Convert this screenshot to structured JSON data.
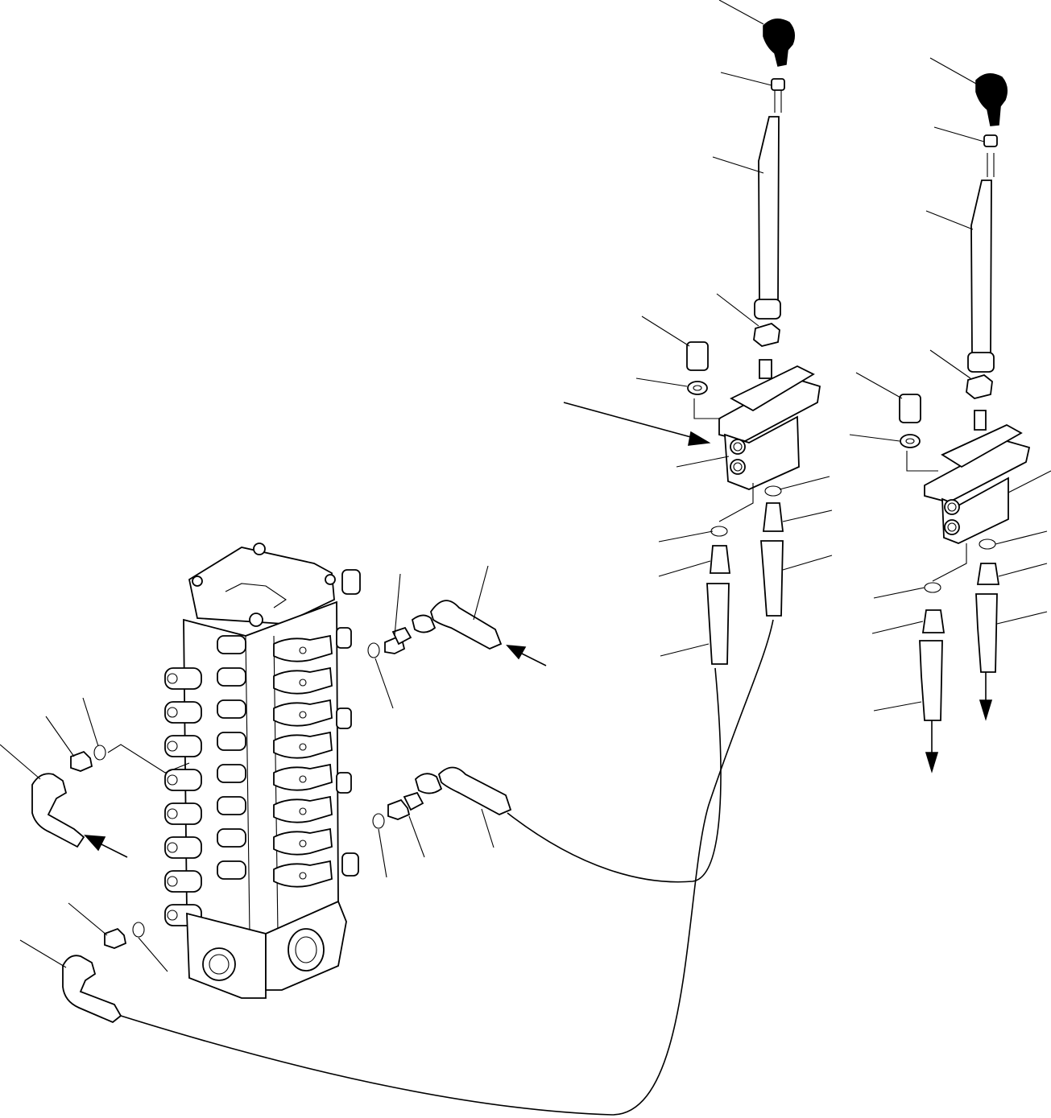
{
  "diagram": {
    "type": "exploded-parts-illustration",
    "colors": {
      "line": "#000000",
      "background": "#ffffff"
    },
    "assemblies": [
      "main-control-valve",
      "pilot-valve-lever-assembly-left",
      "pilot-valve-lever-assembly-right"
    ],
    "flow_arrows": 5,
    "leader_lines": 41
  }
}
